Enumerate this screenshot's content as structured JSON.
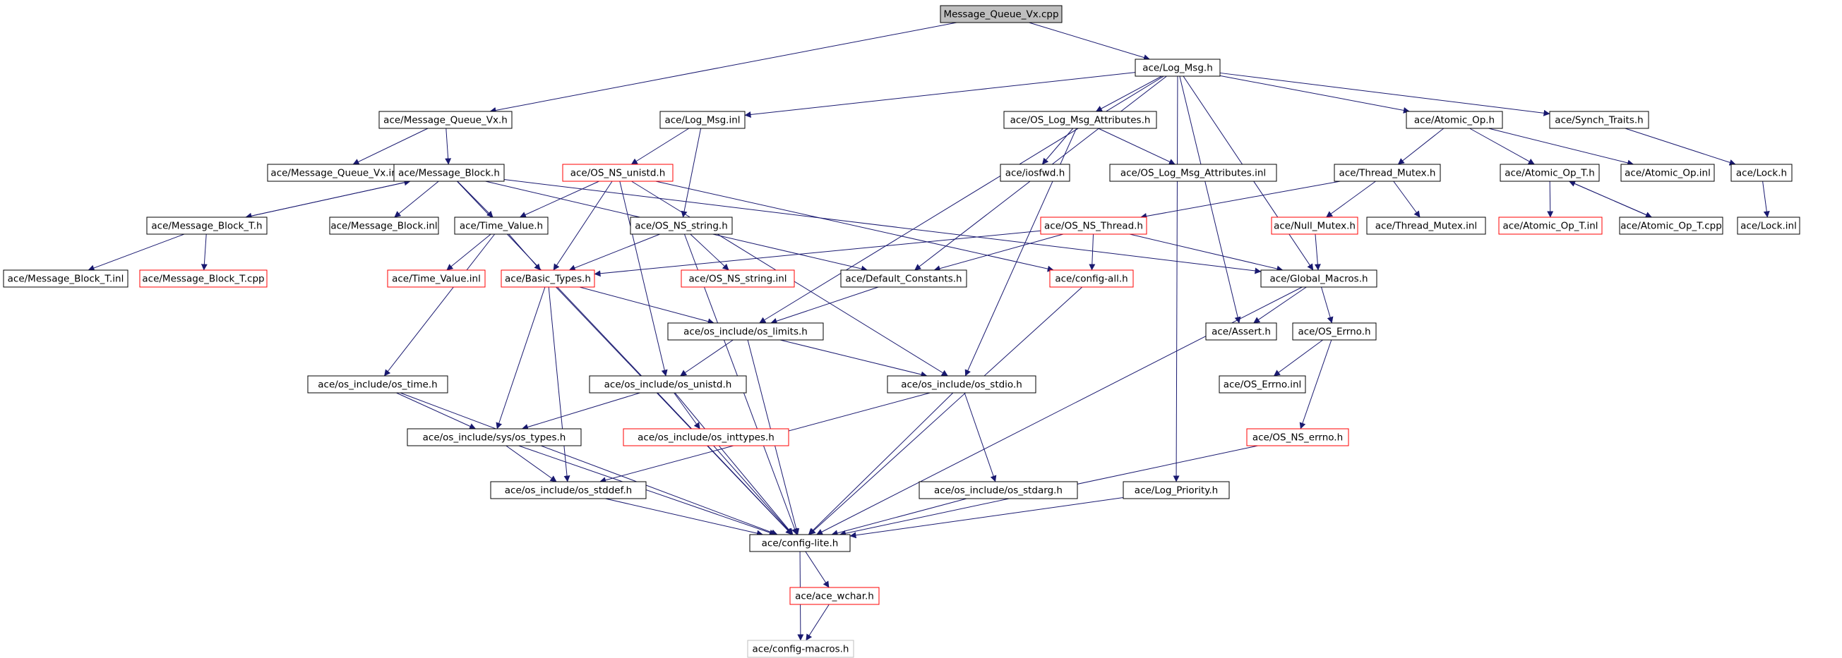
{
  "colors": {
    "edge": "#191970",
    "border_normal": "#000000",
    "border_incomplete": "#ff0000",
    "border_leaf": "#bfbfbf",
    "root_fill": "#bfbfbf",
    "fill": "#ffffff"
  },
  "nodes": [
    {
      "id": "root",
      "label": "Message_Queue_Vx.cpp",
      "style": "root"
    },
    {
      "id": "log_msg_h",
      "label": "ace/Log_Msg.h",
      "style": "normal"
    },
    {
      "id": "mqvx_h",
      "label": "ace/Message_Queue_Vx.h",
      "style": "normal"
    },
    {
      "id": "log_msg_inl",
      "label": "ace/Log_Msg.inl",
      "style": "normal"
    },
    {
      "id": "os_log_attr_h",
      "label": "ace/OS_Log_Msg_Attributes.h",
      "style": "normal"
    },
    {
      "id": "atomic_op_h",
      "label": "ace/Atomic_Op.h",
      "style": "normal"
    },
    {
      "id": "synch_traits_h",
      "label": "ace/Synch_Traits.h",
      "style": "normal"
    },
    {
      "id": "mqvx_inl",
      "label": "ace/Message_Queue_Vx.inl",
      "style": "normal"
    },
    {
      "id": "msg_block_h",
      "label": "ace/Message_Block.h",
      "style": "normal"
    },
    {
      "id": "os_ns_unistd_h",
      "label": "ace/OS_NS_unistd.h",
      "style": "incomplete"
    },
    {
      "id": "iosfwd_h",
      "label": "ace/iosfwd.h",
      "style": "normal"
    },
    {
      "id": "os_log_attr_inl",
      "label": "ace/OS_Log_Msg_Attributes.inl",
      "style": "normal"
    },
    {
      "id": "thread_mutex_h",
      "label": "ace/Thread_Mutex.h",
      "style": "normal"
    },
    {
      "id": "atomic_op_t_h",
      "label": "ace/Atomic_Op_T.h",
      "style": "normal"
    },
    {
      "id": "atomic_op_inl",
      "label": "ace/Atomic_Op.inl",
      "style": "normal"
    },
    {
      "id": "lock_h",
      "label": "ace/Lock.h",
      "style": "normal"
    },
    {
      "id": "msg_block_t_h",
      "label": "ace/Message_Block_T.h",
      "style": "normal"
    },
    {
      "id": "msg_block_inl",
      "label": "ace/Message_Block.inl",
      "style": "normal"
    },
    {
      "id": "time_value_h",
      "label": "ace/Time_Value.h",
      "style": "normal"
    },
    {
      "id": "os_ns_string_h",
      "label": "ace/OS_NS_string.h",
      "style": "normal"
    },
    {
      "id": "null_mutex_h",
      "label": "ace/Null_Mutex.h",
      "style": "incomplete"
    },
    {
      "id": "thread_mutex_inl",
      "label": "ace/Thread_Mutex.inl",
      "style": "normal"
    },
    {
      "id": "atomic_op_t_inl",
      "label": "ace/Atomic_Op_T.inl",
      "style": "incomplete"
    },
    {
      "id": "atomic_op_t_cpp",
      "label": "ace/Atomic_Op_T.cpp",
      "style": "normal"
    },
    {
      "id": "lock_inl",
      "label": "ace/Lock.inl",
      "style": "normal"
    },
    {
      "id": "msg_block_t_inl",
      "label": "ace/Message_Block_T.inl",
      "style": "normal"
    },
    {
      "id": "msg_block_t_cpp",
      "label": "ace/Message_Block_T.cpp",
      "style": "incomplete"
    },
    {
      "id": "time_value_inl",
      "label": "ace/Time_Value.inl",
      "style": "incomplete"
    },
    {
      "id": "basic_types_h",
      "label": "ace/Basic_Types.h",
      "style": "incomplete"
    },
    {
      "id": "os_ns_string_inl",
      "label": "ace/OS_NS_string.inl",
      "style": "incomplete"
    },
    {
      "id": "default_constants_h",
      "label": "ace/Default_Constants.h",
      "style": "normal"
    },
    {
      "id": "os_ns_thread_h",
      "label": "ace/OS_NS_Thread.h",
      "style": "incomplete"
    },
    {
      "id": "config_all_h",
      "label": "ace/config-all.h",
      "style": "incomplete"
    },
    {
      "id": "global_macros_h",
      "label": "ace/Global_Macros.h",
      "style": "normal"
    },
    {
      "id": "os_limits_h",
      "label": "ace/os_include/os_limits.h",
      "style": "normal"
    },
    {
      "id": "assert_h",
      "label": "ace/Assert.h",
      "style": "normal"
    },
    {
      "id": "os_errno_h",
      "label": "ace/OS_Errno.h",
      "style": "normal"
    },
    {
      "id": "os_time_h",
      "label": "ace/os_include/os_time.h",
      "style": "normal"
    },
    {
      "id": "os_unistd_h",
      "label": "ace/os_include/os_unistd.h",
      "style": "normal"
    },
    {
      "id": "os_stdio_h",
      "label": "ace/os_include/os_stdio.h",
      "style": "normal"
    },
    {
      "id": "os_errno_inl",
      "label": "ace/OS_Errno.inl",
      "style": "normal"
    },
    {
      "id": "sys_os_types_h",
      "label": "ace/os_include/sys/os_types.h",
      "style": "normal"
    },
    {
      "id": "os_inttypes_h",
      "label": "ace/os_include/os_inttypes.h",
      "style": "incomplete"
    },
    {
      "id": "os_ns_errno_h",
      "label": "ace/OS_NS_errno.h",
      "style": "incomplete"
    },
    {
      "id": "os_stddef_h",
      "label": "ace/os_include/os_stddef.h",
      "style": "normal"
    },
    {
      "id": "os_stdarg_h",
      "label": "ace/os_include/os_stdarg.h",
      "style": "normal"
    },
    {
      "id": "log_priority_h",
      "label": "ace/Log_Priority.h",
      "style": "normal"
    },
    {
      "id": "config_lite_h",
      "label": "ace/config-lite.h",
      "style": "normal"
    },
    {
      "id": "ace_wchar_h",
      "label": "ace/ace_wchar.h",
      "style": "incomplete"
    },
    {
      "id": "config_macros_h",
      "label": "ace/config-macros.h",
      "style": "leaf"
    }
  ],
  "edges": [
    [
      "root",
      "log_msg_h"
    ],
    [
      "root",
      "mqvx_h"
    ],
    [
      "log_msg_h",
      "log_msg_inl"
    ],
    [
      "log_msg_h",
      "os_log_attr_h"
    ],
    [
      "log_msg_h",
      "atomic_op_h"
    ],
    [
      "log_msg_h",
      "synch_traits_h"
    ],
    [
      "log_msg_h",
      "default_constants_h"
    ],
    [
      "log_msg_h",
      "os_limits_h"
    ],
    [
      "log_msg_h",
      "assert_h"
    ],
    [
      "log_msg_h",
      "log_priority_h"
    ],
    [
      "log_msg_h",
      "global_macros_h"
    ],
    [
      "mqvx_h",
      "mqvx_inl"
    ],
    [
      "mqvx_h",
      "msg_block_h"
    ],
    [
      "log_msg_inl",
      "os_ns_unistd_h"
    ],
    [
      "log_msg_inl",
      "os_ns_string_h"
    ],
    [
      "os_log_attr_h",
      "iosfwd_h"
    ],
    [
      "os_log_attr_h",
      "os_log_attr_inl"
    ],
    [
      "os_log_attr_h",
      "os_stdio_h"
    ],
    [
      "atomic_op_h",
      "thread_mutex_h"
    ],
    [
      "atomic_op_h",
      "atomic_op_t_h"
    ],
    [
      "atomic_op_h",
      "atomic_op_inl"
    ],
    [
      "synch_traits_h",
      "lock_h"
    ],
    [
      "msg_block_h",
      "msg_block_t_h"
    ],
    [
      "msg_block_h",
      "msg_block_inl"
    ],
    [
      "msg_block_h",
      "time_value_h"
    ],
    [
      "msg_block_h",
      "default_constants_h"
    ],
    [
      "msg_block_h",
      "global_macros_h"
    ],
    [
      "msg_block_h",
      "config_lite_h"
    ],
    [
      "os_ns_unistd_h",
      "time_value_h"
    ],
    [
      "os_ns_unistd_h",
      "basic_types_h"
    ],
    [
      "os_ns_unistd_h",
      "os_unistd_h"
    ],
    [
      "os_ns_unistd_h",
      "os_stdio_h"
    ],
    [
      "os_ns_unistd_h",
      "config_all_h"
    ],
    [
      "thread_mutex_h",
      "os_ns_thread_h"
    ],
    [
      "thread_mutex_h",
      "null_mutex_h"
    ],
    [
      "thread_mutex_h",
      "thread_mutex_inl"
    ],
    [
      "atomic_op_t_h",
      "atomic_op_t_inl"
    ],
    [
      "atomic_op_t_h",
      "atomic_op_t_cpp"
    ],
    [
      "lock_h",
      "lock_inl"
    ],
    [
      "msg_block_t_h",
      "msg_block_h"
    ],
    [
      "msg_block_t_h",
      "msg_block_t_inl"
    ],
    [
      "msg_block_t_h",
      "msg_block_t_cpp"
    ],
    [
      "time_value_h",
      "time_value_inl"
    ],
    [
      "time_value_h",
      "basic_types_h"
    ],
    [
      "time_value_h",
      "os_time_h"
    ],
    [
      "os_ns_string_h",
      "os_ns_string_inl"
    ],
    [
      "os_ns_string_h",
      "basic_types_h"
    ],
    [
      "os_ns_string_h",
      "config_lite_h"
    ],
    [
      "null_mutex_h",
      "global_macros_h"
    ],
    [
      "atomic_op_t_cpp",
      "atomic_op_t_h"
    ],
    [
      "basic_types_h",
      "os_limits_h"
    ],
    [
      "basic_types_h",
      "sys_os_types_h"
    ],
    [
      "basic_types_h",
      "os_stddef_h"
    ],
    [
      "basic_types_h",
      "config_lite_h"
    ],
    [
      "default_constants_h",
      "os_limits_h"
    ],
    [
      "os_ns_thread_h",
      "basic_types_h"
    ],
    [
      "os_ns_thread_h",
      "default_constants_h"
    ],
    [
      "os_ns_thread_h",
      "config_all_h"
    ],
    [
      "os_ns_thread_h",
      "global_macros_h"
    ],
    [
      "config_all_h",
      "config_lite_h"
    ],
    [
      "global_macros_h",
      "assert_h"
    ],
    [
      "global_macros_h",
      "os_errno_h"
    ],
    [
      "global_macros_h",
      "config_lite_h"
    ],
    [
      "os_limits_h",
      "os_unistd_h"
    ],
    [
      "os_limits_h",
      "os_stdio_h"
    ],
    [
      "os_limits_h",
      "config_lite_h"
    ],
    [
      "os_errno_h",
      "os_errno_inl"
    ],
    [
      "os_errno_h",
      "os_ns_errno_h"
    ],
    [
      "os_time_h",
      "sys_os_types_h"
    ],
    [
      "os_time_h",
      "config_lite_h"
    ],
    [
      "os_unistd_h",
      "sys_os_types_h"
    ],
    [
      "os_unistd_h",
      "os_inttypes_h"
    ],
    [
      "os_unistd_h",
      "config_lite_h"
    ],
    [
      "os_stdio_h",
      "os_stddef_h"
    ],
    [
      "os_stdio_h",
      "os_stdarg_h"
    ],
    [
      "os_stdio_h",
      "config_lite_h"
    ],
    [
      "sys_os_types_h",
      "os_stddef_h"
    ],
    [
      "sys_os_types_h",
      "config_lite_h"
    ],
    [
      "os_inttypes_h",
      "config_lite_h"
    ],
    [
      "os_ns_errno_h",
      "config_lite_h"
    ],
    [
      "os_stddef_h",
      "config_lite_h"
    ],
    [
      "os_stdarg_h",
      "config_lite_h"
    ],
    [
      "log_priority_h",
      "config_lite_h"
    ],
    [
      "config_lite_h",
      "ace_wchar_h"
    ],
    [
      "config_lite_h",
      "config_macros_h"
    ],
    [
      "ace_wchar_h",
      "config_macros_h"
    ]
  ]
}
